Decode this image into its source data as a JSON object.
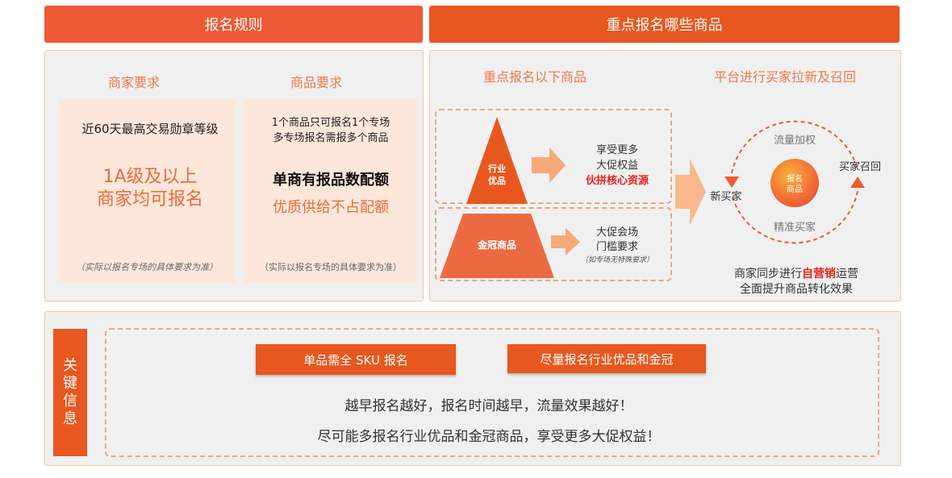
{
  "left_header": "报名规则",
  "right_header": "重点报名哪些商品",
  "merchant": {
    "title": "商家要求",
    "line1": "近60天最高交易勋章等级",
    "big1": "1A级及以上",
    "big2": "商家均可报名",
    "note": "（实际以报名专场的具体要求为准）"
  },
  "product": {
    "title": "商品要求",
    "line1": "1个商品只可报名1个专场",
    "line2": "多专场报名需报多个商品",
    "bold": "单商有报品数配额",
    "orange": "优质供给不占配额",
    "note": "（实际以报名专场的具体要求为准）"
  },
  "focus": {
    "title": "重点报名以下商品",
    "tri1_l1": "行业",
    "tri1_l2": "优品",
    "tri2_label": "金冠商品",
    "ben1_l1": "享受更多",
    "ben1_l2": "大促权益",
    "ben1_red": "伙拼核心资源",
    "ben2_l1": "大促会场",
    "ben2_l2": "门槛要求",
    "ben2_note": "（如专场无特殊要求）"
  },
  "platform": {
    "title": "平台进行买家拉新及召回",
    "circle_center_l1": "报名",
    "circle_center_l2": "商品",
    "top": "流量加权",
    "left": "新买家",
    "right": "买家召回",
    "bottom": "精准买家",
    "foot1_pre": "商家同步进行",
    "foot1_red": "自营销",
    "foot1_post": "运营",
    "foot2": "全面提升商品转化效果"
  },
  "key": {
    "label": "关键信息",
    "btn1": "单品需全 SKU 报名",
    "btn2": "尽量报名行业优品和金冠",
    "line1": "越早报名越好，报名时间越早，流量效果越好！",
    "line2": "尽可能多报名行业优品和金冠商品，享受更多大促权益！"
  },
  "colors": {
    "primary": "#ee5a35",
    "accent_orange": "#ef7a4a",
    "highlight_red": "#e8231c",
    "arrow": "#f7a978",
    "panel_bg": "#f0f0f0",
    "card_bg": "#fde7da"
  }
}
